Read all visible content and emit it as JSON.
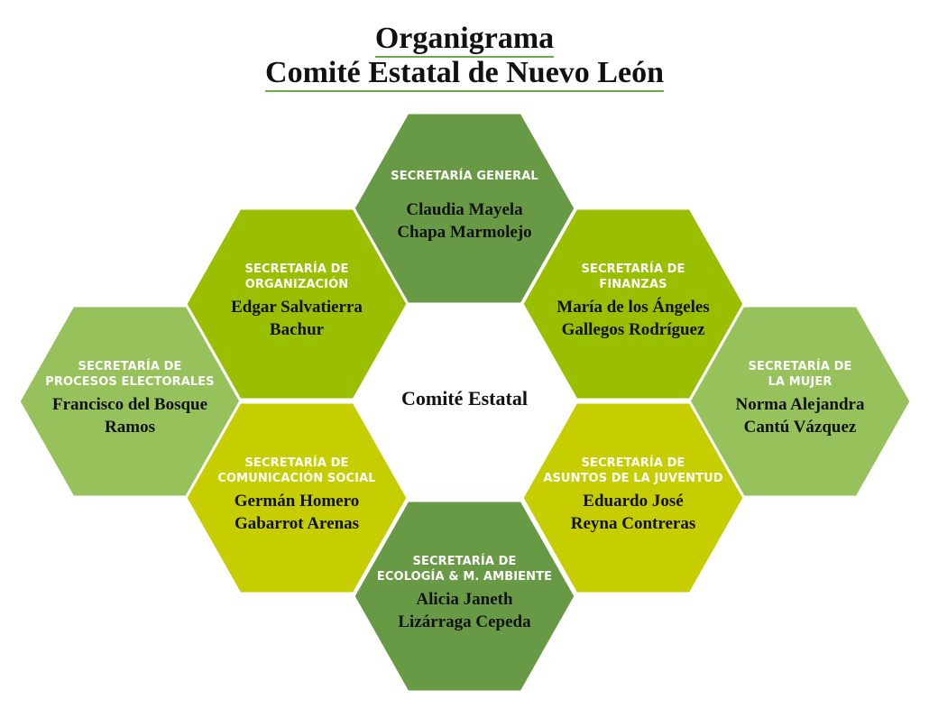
{
  "header": {
    "title_line1": "Organigrama",
    "title_line2": "Comité Estatal de Nuevo León",
    "underline_color": "#6aaa4a"
  },
  "center": {
    "label": "Comité Estatal"
  },
  "colors": {
    "dark_green": "#689a45",
    "lime": "#99bf00",
    "light_green": "#96c15b",
    "yellow_green": "#c6cd00",
    "heading_text": "#ffffff",
    "name_text": "#111111"
  },
  "positions": [
    {
      "id": "general",
      "slot": "top",
      "color_key": "dark_green",
      "heading_lines": [
        "SECRETARÍA GENERAL"
      ],
      "name_lines": [
        "Claudia Mayela",
        "Chapa Marmolejo"
      ]
    },
    {
      "id": "organizacion",
      "slot": "upper-left",
      "color_key": "lime",
      "heading_lines": [
        "SECRETARÍA DE",
        "ORGANIZACIÓN"
      ],
      "name_lines": [
        "Edgar Salvatierra",
        "Bachur"
      ]
    },
    {
      "id": "finanzas",
      "slot": "upper-right",
      "color_key": "lime",
      "heading_lines": [
        "SECRETARÍA DE",
        "FINANZAS"
      ],
      "name_lines": [
        "María de los Ángeles",
        "Gallegos Rodríguez"
      ]
    },
    {
      "id": "procesos-electorales",
      "slot": "left",
      "color_key": "light_green",
      "heading_lines": [
        "SECRETARÍA DE",
        "PROCESOS ELECTORALES"
      ],
      "name_lines": [
        "Francisco del Bosque",
        "Ramos"
      ]
    },
    {
      "id": "mujer",
      "slot": "right",
      "color_key": "light_green",
      "heading_lines": [
        "SECRETARÍA DE",
        "LA MUJER"
      ],
      "name_lines": [
        "Norma Alejandra",
        "Cantú Vázquez"
      ]
    },
    {
      "id": "comunicacion-social",
      "slot": "lower-left",
      "color_key": "yellow_green",
      "heading_lines": [
        "SECRETARÍA DE",
        "COMUNICACIÓN SOCIAL"
      ],
      "name_lines": [
        "Germán Homero",
        "Gabarrot Arenas"
      ]
    },
    {
      "id": "asuntos-juventud",
      "slot": "lower-right",
      "color_key": "yellow_green",
      "heading_lines": [
        "SECRETARÍA DE",
        "ASUNTOS DE LA JUVENTUD"
      ],
      "name_lines": [
        "Eduardo José",
        "Reyna Contreras"
      ]
    },
    {
      "id": "ecologia",
      "slot": "bottom",
      "color_key": "dark_green",
      "heading_lines": [
        "SECRETARÍA DE",
        "ECOLOGÍA & M. AMBIENTE"
      ],
      "name_lines": [
        "Alicia Janeth",
        "Lizárraga Cepeda"
      ]
    }
  ]
}
